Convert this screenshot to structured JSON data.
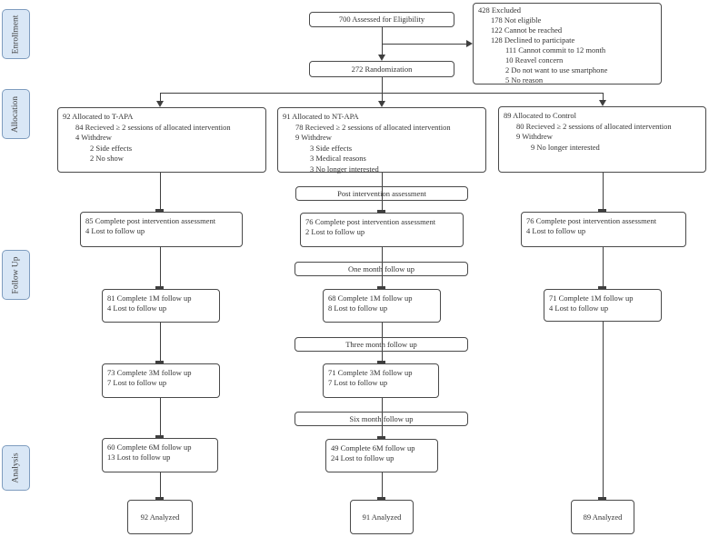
{
  "colors": {
    "line": "#3f3f3f",
    "box_border": "#4a4a4a",
    "text": "#333333",
    "stage_fill": "#d9e7f6",
    "stage_border": "#7f9dbf"
  },
  "stages": [
    {
      "label": "Enrollment"
    },
    {
      "label": "Allocation"
    },
    {
      "label": "Follow Up"
    },
    {
      "label": "Analysis"
    }
  ],
  "boxes": {
    "assessed": "700 Assessed for Eligibility",
    "excluded": {
      "lines": [
        {
          "text": "428 Excluded",
          "indent": 0
        },
        {
          "text": "178 Not eligible",
          "indent": 1
        },
        {
          "text": "122 Cannot be reached",
          "indent": 1
        },
        {
          "text": "128 Declined to participate",
          "indent": 1
        },
        {
          "text": "111 Cannot commit to 12 month",
          "indent": 2
        },
        {
          "text": "10 Reavel concern",
          "indent": 2
        },
        {
          "text": "2 Do not want to use smartphone",
          "indent": 2
        },
        {
          "text": "5 No reason",
          "indent": 2
        }
      ]
    },
    "randomization": "272 Randomization",
    "alloc_t_apa": {
      "lines": [
        {
          "text": "92 Allocated to T-APA",
          "indent": 0
        },
        {
          "text": "84 Recieved ≥ 2 sessions of allocated intervention",
          "indent": 1
        },
        {
          "text": "4 Withdrew",
          "indent": 1
        },
        {
          "text": "2 Side effects",
          "indent": 2
        },
        {
          "text": "2 No show",
          "indent": 2
        }
      ]
    },
    "alloc_nt_apa": {
      "lines": [
        {
          "text": "91 Allocated to NT-APA",
          "indent": 0
        },
        {
          "text": "78 Recieved ≥ 2 sessions of allocated intervention",
          "indent": 1
        },
        {
          "text": "9 Withdrew",
          "indent": 1
        },
        {
          "text": "3 Side effects",
          "indent": 2
        },
        {
          "text": "3 Medical reasons",
          "indent": 2
        },
        {
          "text": "3 No longer interested",
          "indent": 2
        }
      ]
    },
    "alloc_control": {
      "lines": [
        {
          "text": "89 Allocated to Control",
          "indent": 0
        },
        {
          "text": "80 Recieved ≥ 2 sessions of allocated intervention",
          "indent": 1
        },
        {
          "text": "9 Withdrew",
          "indent": 1
        },
        {
          "text": "9 No longer interested",
          "indent": 2
        }
      ]
    },
    "label_post": "Post intervention assessment",
    "post_t_apa": {
      "lines": [
        {
          "text": "85 Complete post intervention assessment",
          "indent": 0
        },
        {
          "text": "4 Lost to follow up",
          "indent": 0
        }
      ]
    },
    "post_nt_apa": {
      "lines": [
        {
          "text": "76 Complete post intervention assessment",
          "indent": 0
        },
        {
          "text": "2 Lost to follow up",
          "indent": 0
        }
      ]
    },
    "post_control": {
      "lines": [
        {
          "text": "76 Complete post intervention assessment",
          "indent": 0
        },
        {
          "text": "4 Lost to follow up",
          "indent": 0
        }
      ]
    },
    "label_1m": "One month follow up",
    "m1_t_apa": {
      "lines": [
        {
          "text": "81 Complete 1M follow up",
          "indent": 0
        },
        {
          "text": "4 Lost to follow up",
          "indent": 0
        }
      ]
    },
    "m1_nt_apa": {
      "lines": [
        {
          "text": "68 Complete 1M follow up",
          "indent": 0
        },
        {
          "text": "8 Lost to follow up",
          "indent": 0
        }
      ]
    },
    "m1_control": {
      "lines": [
        {
          "text": "71 Complete 1M follow up",
          "indent": 0
        },
        {
          "text": "4 Lost to follow up",
          "indent": 0
        }
      ]
    },
    "label_3m": "Three month follow up",
    "m3_t_apa": {
      "lines": [
        {
          "text": "73 Complete 3M follow up",
          "indent": 0
        },
        {
          "text": "7 Lost to follow up",
          "indent": 0
        }
      ]
    },
    "m3_nt_apa": {
      "lines": [
        {
          "text": "71 Complete 3M follow up",
          "indent": 0
        },
        {
          "text": "7 Lost to follow up",
          "indent": 0
        }
      ]
    },
    "label_6m": "Six month follow up",
    "m6_t_apa": {
      "lines": [
        {
          "text": "60 Complete 6M follow up",
          "indent": 0
        },
        {
          "text": "13 Lost to follow up",
          "indent": 0
        }
      ]
    },
    "m6_nt_apa": {
      "lines": [
        {
          "text": "49 Complete 6M follow up",
          "indent": 0
        },
        {
          "text": "24 Lost to follow up",
          "indent": 0
        }
      ]
    },
    "analyzed_t_apa": "92 Analyzed",
    "analyzed_nt_apa": "91 Analyzed",
    "analyzed_control": "89 Analyzed"
  }
}
